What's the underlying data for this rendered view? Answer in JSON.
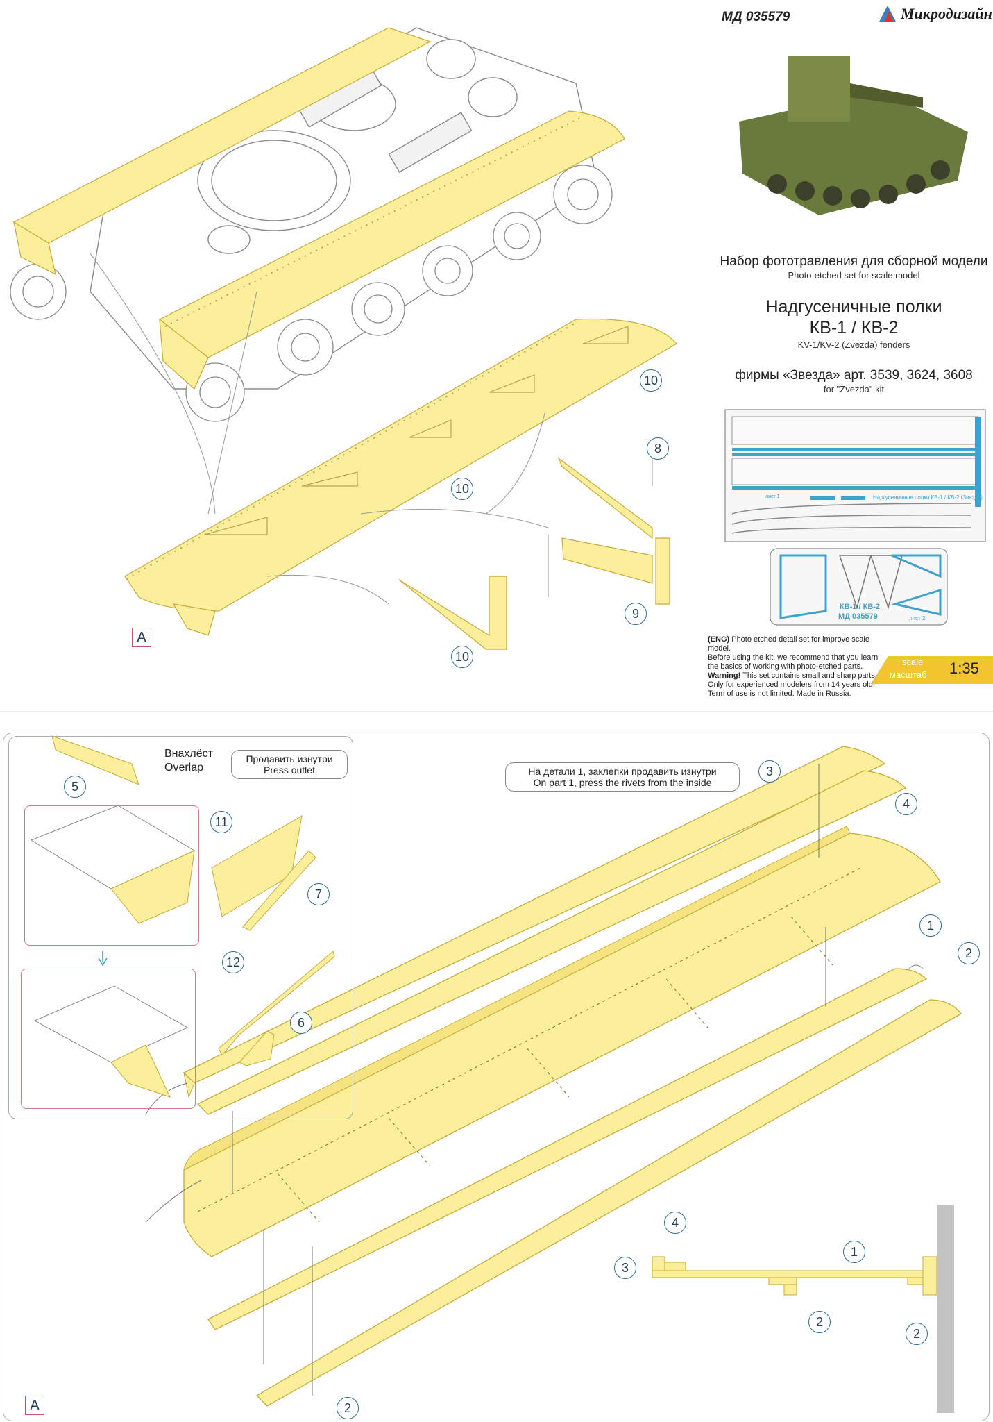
{
  "header": {
    "code": "МД 035579",
    "brand": "Микродизайн"
  },
  "info": {
    "set_ru": "Набор фототравления для сборной модели",
    "set_en": "Photo-etched set for scale model",
    "title_ru_line1": "Надгусеничные полки",
    "title_ru_line2": "КВ-1 / КВ-2",
    "title_en": "KV-1/KV-2 (Zvezda) fenders",
    "kit_ru": "фирмы «Звезда» арт. 3539, 3624, 3608",
    "kit_en": "for \"Zvezda\" kit"
  },
  "sheets": {
    "sheet1_label": "лист 1",
    "sheet1_name": "Надгусеничные полки КВ-1 / КВ-2 (Звезда)",
    "sheet2_title": "КВ-1 / КВ-2",
    "sheet2_code": "МД 035579",
    "sheet2_label": "лист 2"
  },
  "disclaimer": {
    "line1_bold": "(ENG)",
    "line1": " Photo etched detail set for improve scale model.",
    "line2": "Before using the kit, we recommend that you learn",
    "line3": "the basics of working with photo-etched parts.",
    "line4_bold": "Warning!",
    "line4": " This set contains small and sharp parts.",
    "line5": "Only for experienced modelers from 14 years old.",
    "line6": "Term of use is not limited. Made in Russia."
  },
  "scale": {
    "label_en": "scale",
    "label_ru": "масштаб",
    "value": "1:35"
  },
  "top_callouts": [
    "10",
    "8",
    "10",
    "9",
    "10"
  ],
  "top_letter": "A",
  "bottom": {
    "overlap_ru": "Внахлёст",
    "overlap_en": "Overlap",
    "press_ru": "Продавить изнутри",
    "press_en": "Press outlet",
    "rivets_ru": "На детали 1, заклепки продавить изнутри",
    "rivets_en": "On part 1, press the rivets from the inside",
    "callouts_left": [
      "5",
      "11",
      "7",
      "12",
      "6"
    ],
    "callouts_main": [
      "3",
      "4",
      "1",
      "2",
      "2"
    ],
    "callouts_section": [
      "4",
      "3",
      "1",
      "2",
      "2"
    ],
    "letter": "A"
  },
  "colors": {
    "part_fill": "#fbef9b",
    "part_stroke": "#c9a93a",
    "line": "#666666",
    "accent_yellow": "#f2c530"
  }
}
